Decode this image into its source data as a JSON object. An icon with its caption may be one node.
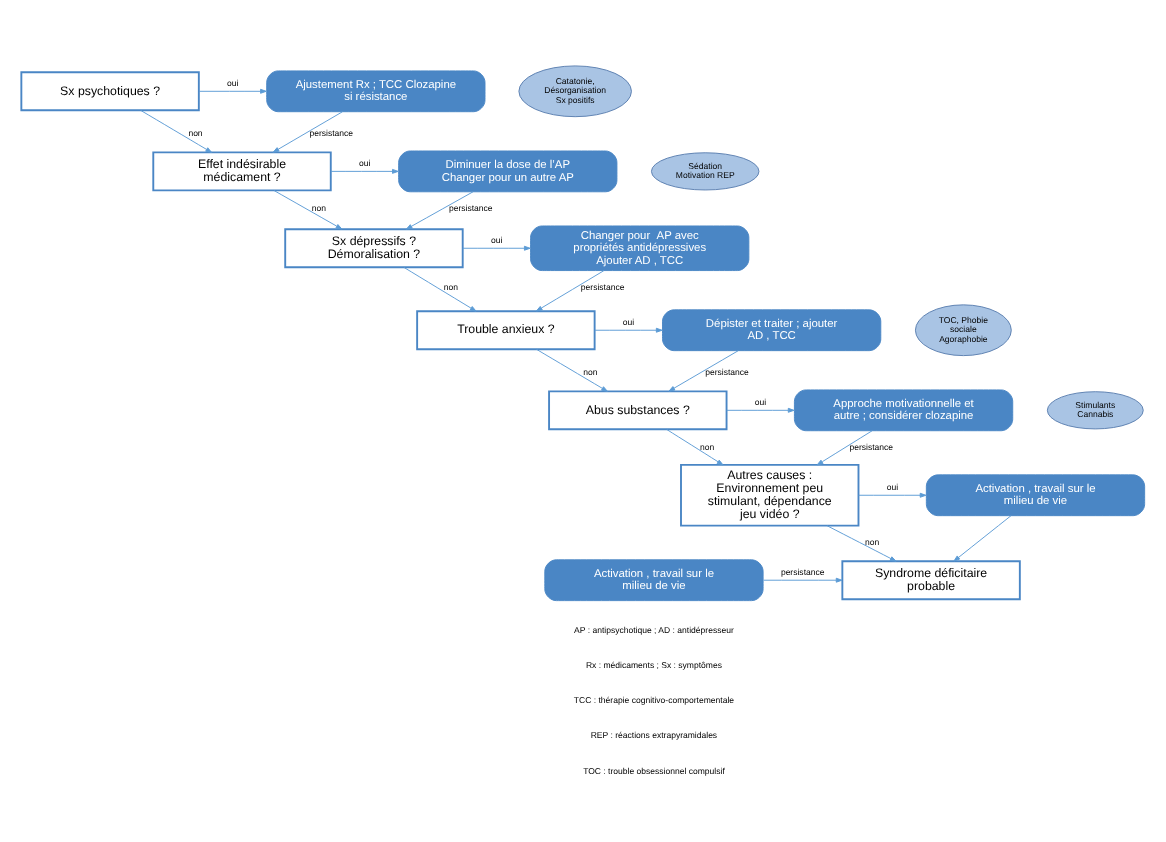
{
  "diagram": {
    "nodes": [
      {
        "text": [
          "Sx psychotiques ?"
        ]
      },
      {
        "text": [
          "Effet indésirable médicament ?"
        ]
      },
      {
        "text": [
          "Sx dépressifs ? Démoralisation ?"
        ]
      },
      {
        "text": [
          "Trouble anxieux ?"
        ]
      },
      {
        "text": [
          "Abus substances ?"
        ]
      },
      {
        "text": [
          "Autres causes : Environnement peu stimulant, dépendance jeu vidéo ?"
        ]
      },
      {
        "text": [
          "Syndrome déficitaire probable"
        ]
      },
      {
        "text": [
          "Ajustement Rx ; TCC Clozapine si résistance"
        ]
      },
      {
        "text": [
          "Diminuer la dose de l’AP Changer pour un autre AP"
        ]
      },
      {
        "text": [
          "Changer pour  AP avec propriétés antidépressives Ajouter AD , TCC"
        ]
      },
      {
        "text": [
          "Dépister et traiter ; ajouter AD , TCC"
        ]
      },
      {
        "text": [
          "Approche motivationnelle et autre ; considérer clozapine"
        ]
      },
      {
        "text": [
          "Activation , travail sur le milieu de vie"
        ]
      },
      {
        "text": [
          "Activation , travail sur le milieu de vie"
        ]
      },
      {
        "text": [
          "Catatonie, Désorganisation Sx positifs"
        ]
      },
      {
        "text": [
          "Sédation Motivation REP"
        ]
      },
      {
        "text": [
          "TOC, Phobie sociale Agoraphobie"
        ]
      },
      {
        "text": [
          "Stimulants Cannabis"
        ]
      }
    ],
    "edges": [
      {
        "from": 0,
        "to": 7,
        "arrow": "to",
        "label": "oui"
      },
      {
        "from": 0,
        "to": 1,
        "arrow": "to",
        "label": "non"
      },
      {
        "from": 7,
        "to": 1,
        "arrow": "to",
        "label": "persistance"
      },
      {
        "from": 1,
        "to": 8,
        "arrow": "to",
        "label": "oui"
      },
      {
        "from": 1,
        "to": 2,
        "arrow": "to",
        "label": "non"
      },
      {
        "from": 8,
        "to": 2,
        "arrow": "to",
        "label": "persistance"
      },
      {
        "from": 2,
        "to": 9,
        "arrow": "to",
        "label": "oui"
      },
      {
        "from": 2,
        "to": 3,
        "arrow": "to",
        "label": "non"
      },
      {
        "from": 9,
        "to": 3,
        "arrow": "to",
        "label": "persistance"
      },
      {
        "from": 3,
        "to": 10,
        "arrow": "to",
        "label": "oui"
      },
      {
        "from": 3,
        "to": 4,
        "arrow": "to",
        "label": "non"
      },
      {
        "from": 10,
        "to": 4,
        "arrow": "to",
        "label": "persistance"
      },
      {
        "from": 4,
        "to": 11,
        "arrow": "to",
        "label": "oui"
      },
      {
        "from": 4,
        "to": 5,
        "arrow": "to",
        "label": "non"
      },
      {
        "from": 11,
        "to": 5,
        "arrow": "to",
        "label": "persistance"
      },
      {
        "from": 5,
        "to": 12,
        "arrow": "to",
        "label": "oui"
      },
      {
        "from": 5,
        "to": 6,
        "arrow": "to",
        "label": "non"
      },
      {
        "from": 12,
        "to": 6,
        "arrow": "to"
      },
      {
        "from": 13,
        "to": 6,
        "arrow": "to",
        "label": "persistance"
      }
    ],
    "labels": [
      "AP : antipsychotique ; AD : antidépresseur",
      "Rx : médicaments ; Sx : symptômes",
      "TCC : thérapie cognitivo-comportementale",
      "REP : réactions extrapyramidales",
      "TOC : trouble obsessionnel compulsif"
    ]
  }
}
